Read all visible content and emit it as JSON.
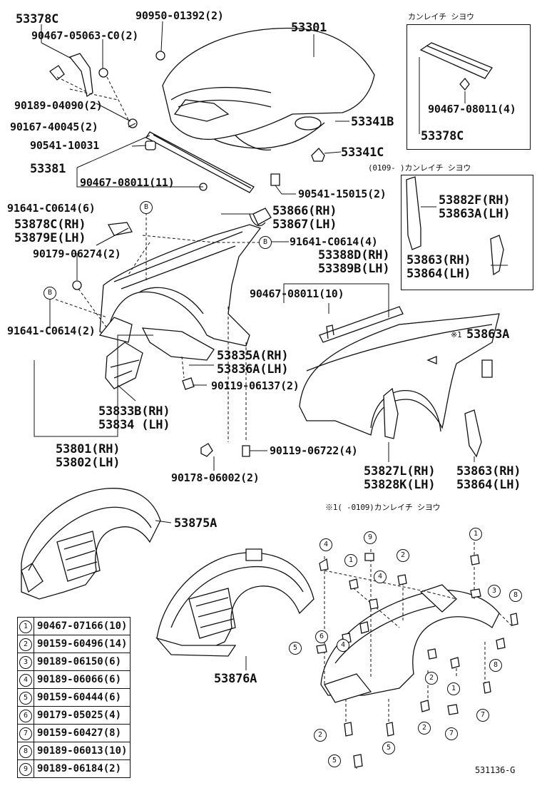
{
  "labels": {
    "p53378c": "53378C",
    "p90467_05063": "90467-05063-C0(2)",
    "p90950": "90950-01392(2)",
    "p53301": "53301",
    "p90189_04090": "90189-04090(2)",
    "p90167": "90167-40045(2)",
    "p53341b": "53341B",
    "p90541_10031": "90541-10031",
    "p53341c": "53341C",
    "p53381": "53381",
    "p90467_08011_11": "90467-08011(11)",
    "p90541_15015": "90541-15015(2)",
    "p91641_6": "91641-C0614(6)",
    "p53866": "53866(RH)",
    "p53867": "53867(LH)",
    "p53878c": "53878C(RH)",
    "p53879e": "53879E(LH)",
    "p91641_4": "91641-C0614(4)",
    "p90179_06274": "90179-06274(2)",
    "p53388d": "53388D(RH)",
    "p53389b": "53389B(LH)",
    "p90467_08011_10": "90467-08011(10)",
    "p91641_2": "91641-C0614(2)",
    "p53863a_mid": "53863A",
    "p53835a": "53835A(RH)",
    "p53836a": "53836A(LH)",
    "p90119_06137": "90119-06137(2)",
    "p53833b": "53833B(RH)",
    "p53834": "53834  (LH)",
    "p53801": "53801(RH)",
    "p53802": "53802(LH)",
    "p90119_06722": "90119-06722(4)",
    "p53827l": "53827L(RH)",
    "p53828k": "53828K(LH)",
    "p53863_rh": "53863(RH)",
    "p53864_lh": "53864(LH)",
    "p90178": "90178-06002(2)",
    "p53875a": "53875A",
    "p53876a": "53876A",
    "inset1_title": "カンレイチ  シヨウ",
    "inset1_part": "90467-08011(4)",
    "inset1_part2": "53378C",
    "inset2_title": "(0109-   )カンレイチ  シヨウ",
    "inset2_a": "53882F(RH)",
    "inset2_b": "53863A(LH)",
    "inset2_c": "53863(RH)",
    "inset2_d": "53864(LH)",
    "footnote": "※1(   -0109)カンレイチ  シヨウ",
    "star_mark": "※1",
    "b_mark": "B",
    "code": "531136-G"
  },
  "fastener_table": [
    {
      "no": "1",
      "part": "90467-07166(10)"
    },
    {
      "no": "2",
      "part": "90159-60496(14)"
    },
    {
      "no": "3",
      "part": "90189-06150(6)"
    },
    {
      "no": "4",
      "part": "90189-06066(6)"
    },
    {
      "no": "5",
      "part": "90159-60444(6)"
    },
    {
      "no": "6",
      "part": "90179-05025(4)"
    },
    {
      "no": "7",
      "part": "90159-60427(8)"
    },
    {
      "no": "8",
      "part": "90189-06013(10)"
    },
    {
      "no": "9",
      "part": "90189-06184(2)"
    }
  ],
  "callouts": [
    "1",
    "2",
    "3",
    "4",
    "5",
    "6",
    "7",
    "8",
    "9"
  ]
}
